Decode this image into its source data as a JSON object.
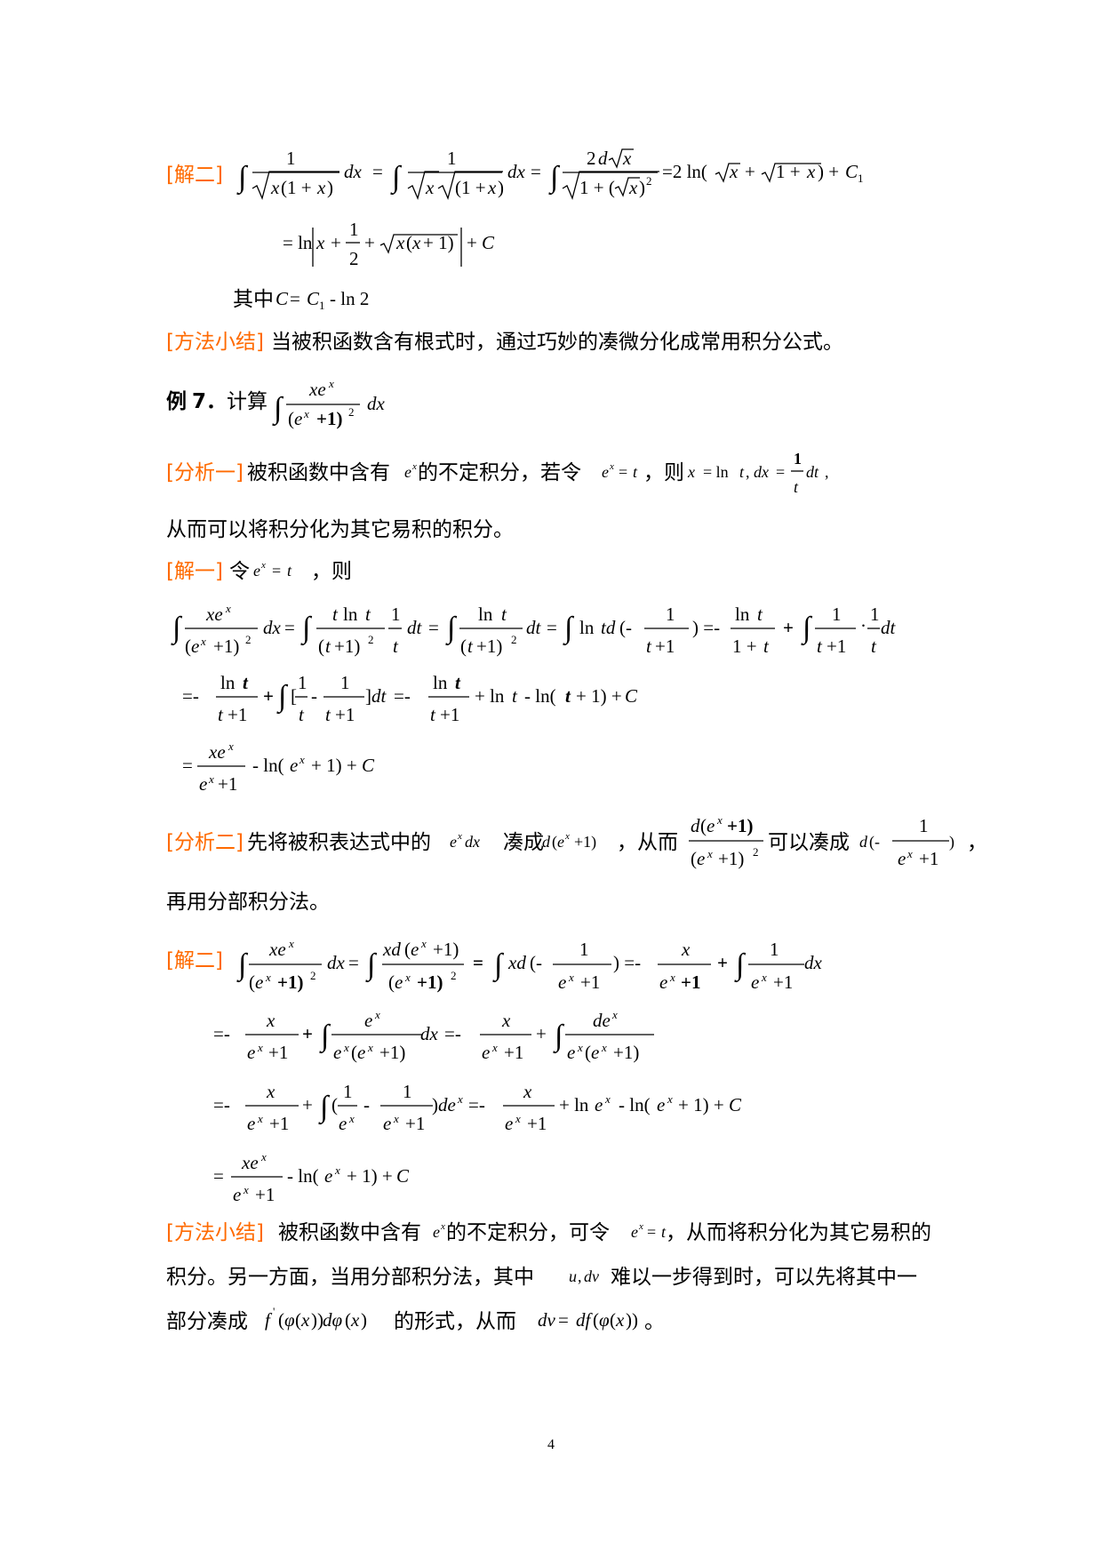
{
  "tags": {
    "jie_er": "[解二]",
    "fangfa_xiaojie": "[方法小结]",
    "fenxi_yi": "[分析一]",
    "jie_yi": "[解一]",
    "fenxi_er": "[分析二]"
  },
  "block1": {
    "where_prefix": "其中",
    "where_eq": "C = C₁ - ln 2"
  },
  "summary1": "当被积函数含有根式时，通过巧妙的凑微分化成常用积分公式。",
  "example7": {
    "label": "例",
    "number": "7．",
    "text": "计算"
  },
  "analysis1": {
    "part1": "被积函数中含有",
    "ex": "e",
    "part2": "的不定积分，若令",
    "sub": "e",
    "part3": "，则",
    "line2": "从而可以将积分化为其它易积的积分。"
  },
  "solution1": {
    "ling": "令",
    "ze": "，则"
  },
  "analysis2": {
    "part1": "先将被积表达式中的",
    "part2": "凑成",
    "part3": "，从而",
    "part4": "可以凑成",
    "part5": "，",
    "line2": "再用分部积分法。"
  },
  "summary2": {
    "part1": "被积函数中含有",
    "part2": "的不定积分，可令",
    "part3": "，从而将积分化为其它易积的",
    "line2a": "积分。另一方面，当用分部积分法，其中",
    "line2b": "难以一步得到时，可以先将其中一",
    "line3a": "部分凑成",
    "line3b": "的形式，从而",
    "line3c": "。"
  },
  "page_number": "4"
}
